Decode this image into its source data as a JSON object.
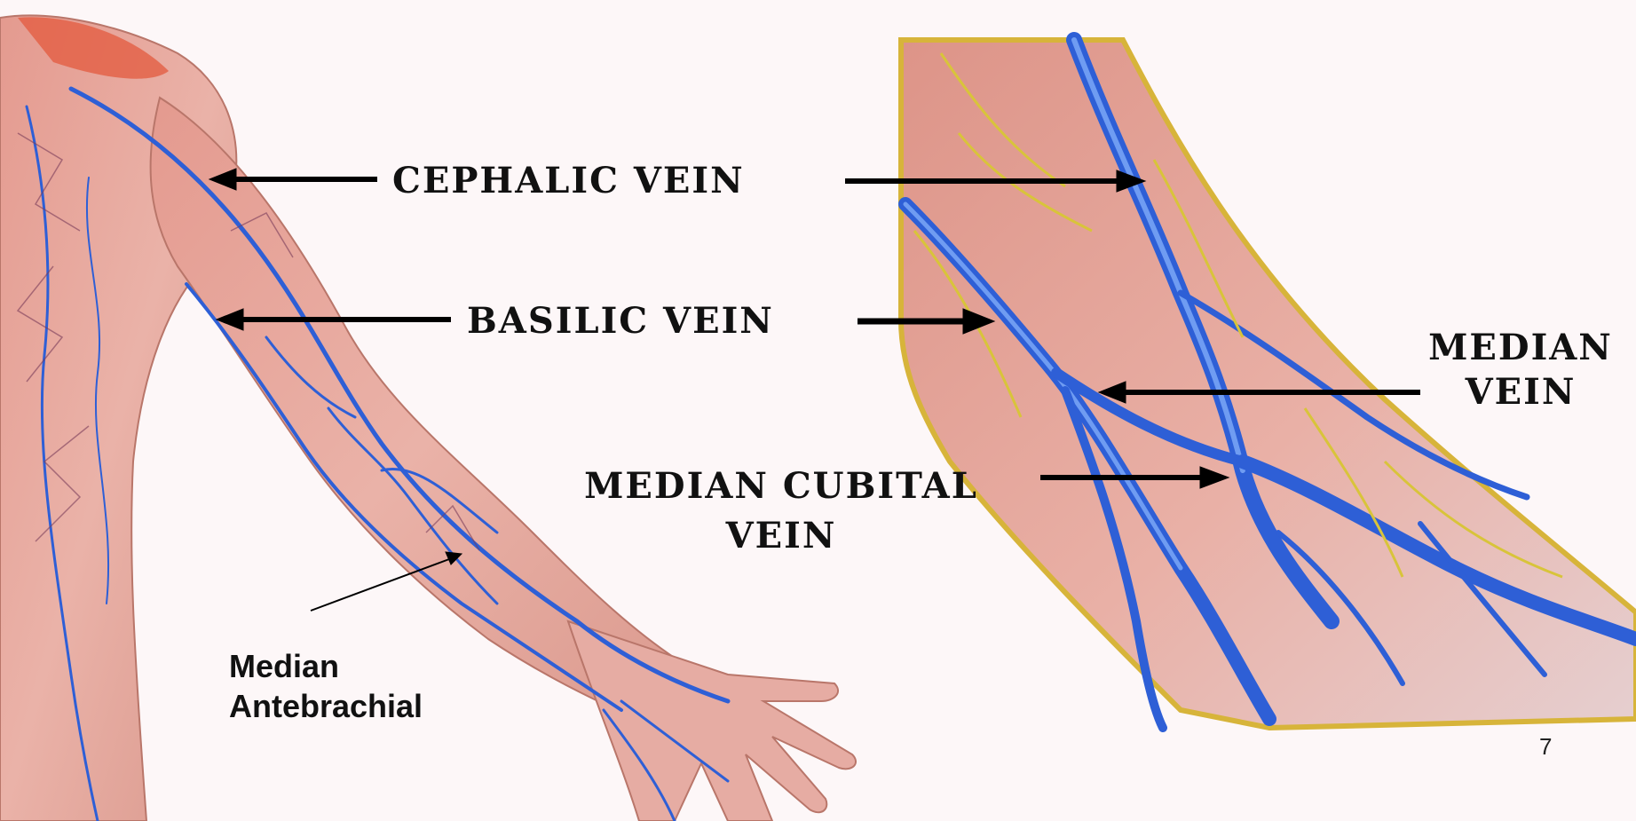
{
  "labels": {
    "cephalic": "CEPHALIC VEIN",
    "basilic": "BASILIC VEIN",
    "median_line1": "MEDIAN",
    "median_line2": "VEIN",
    "median_cubital_line1": "MEDIAN CUBITAL",
    "median_cubital_line2": "VEIN",
    "antebrachial_line1": "Median",
    "antebrachial_line2": "Antebrachial"
  },
  "page_number": "7",
  "colors": {
    "background": "#fdf7f8",
    "skin": "#e8a9a0",
    "skin_dark": "#c98578",
    "vein": "#2e5fd6",
    "vein_light": "#6f9cf2",
    "nerve": "#d8c43a",
    "label": "#111111",
    "arrow": "#000000"
  }
}
